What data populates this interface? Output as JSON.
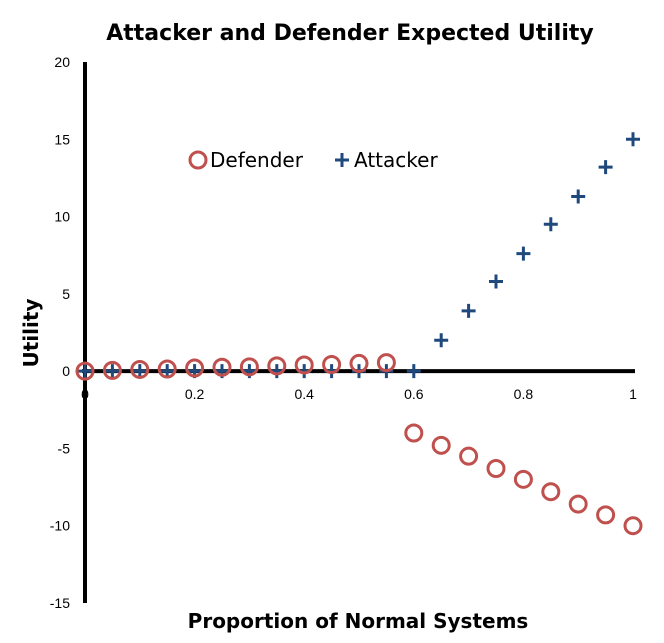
{
  "chart_data": {
    "type": "scatter",
    "title": "Attacker and Defender Expected Utility",
    "xlabel": "Proportion of Normal Systems",
    "ylabel": "Utility",
    "xlim": [
      0,
      1
    ],
    "ylim": [
      -15,
      20
    ],
    "x_ticks": [
      "0",
      "0.2",
      "0.4",
      "0.6",
      "0.8",
      "1"
    ],
    "y_ticks": [
      "20",
      "15",
      "10",
      "5",
      "0",
      "-5",
      "-10",
      "-15"
    ],
    "x_tick_values": [
      0,
      0.2,
      0.4,
      0.6,
      0.8,
      1
    ],
    "y_tick_values": [
      20,
      15,
      10,
      5,
      0,
      -5,
      -10,
      -15
    ],
    "grid": false,
    "legend_position": "top-center",
    "x": [
      0,
      0.05,
      0.1,
      0.15,
      0.2,
      0.25,
      0.3,
      0.35,
      0.4,
      0.45,
      0.5,
      0.55,
      0.6,
      0.65,
      0.7,
      0.75,
      0.8,
      0.85,
      0.9,
      0.95,
      1
    ],
    "series": [
      {
        "name": "Defender",
        "marker": "circle",
        "color": "#c0504d",
        "values": [
          0,
          0.05,
          0.11,
          0.14,
          0.2,
          0.25,
          0.28,
          0.34,
          0.4,
          0.43,
          0.5,
          0.55,
          -4.0,
          -4.8,
          -5.5,
          -6.3,
          -7.0,
          -7.8,
          -8.6,
          -9.3,
          -10.0
        ]
      },
      {
        "name": "Attacker",
        "marker": "plus",
        "color": "#1f497d",
        "values": [
          0,
          0,
          0,
          0,
          0,
          0,
          0,
          0,
          0,
          0,
          0,
          0,
          0,
          2.0,
          3.9,
          5.8,
          7.6,
          9.5,
          11.3,
          13.2,
          15.0
        ]
      }
    ]
  }
}
